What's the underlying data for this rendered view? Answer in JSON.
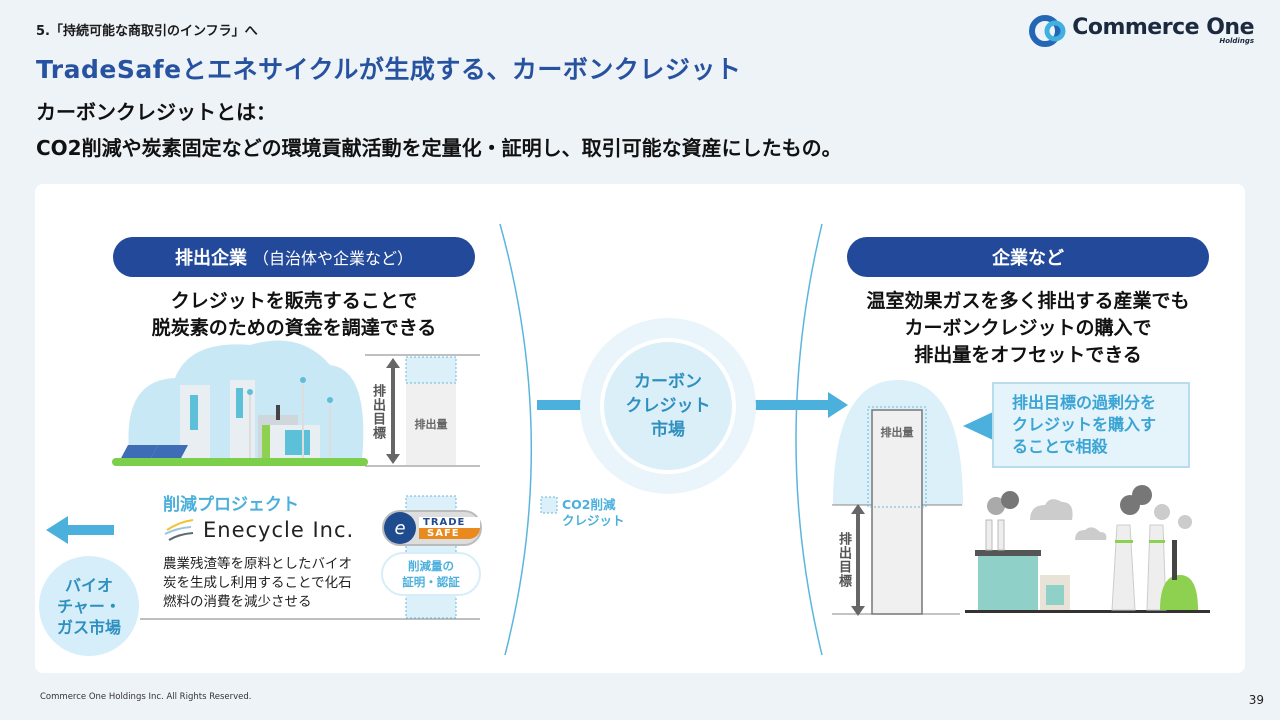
{
  "header": {
    "section_label": "5.「持続可能な商取引のインフラ」へ",
    "title": "TradeSafeとエネサイクルが生成する、カーボンクレジット",
    "subhead": "カーボンクレジットとは：",
    "description": "CO2削減や炭素固定などの環境貢献活動を定量化・証明し、取引可能な資産にしたもの。"
  },
  "logo": {
    "name": "Commerce One",
    "sub": "Holdings",
    "colors": {
      "dark_ring": "#2366b5",
      "light_ring": "#3fb1e0",
      "text": "#1b2a3e"
    }
  },
  "left": {
    "pill_main": "排出企業",
    "pill_paren": "（自治体や企業など）",
    "catch_lines": [
      "クレジットを販売することで",
      "脱炭素のための資金を調達できる"
    ],
    "target_label": "排出目標",
    "emission_label": "排出量",
    "project_title": "削減プロジェクト",
    "company": "Enecycle Inc.",
    "project_desc": [
      "農業残渣等を原料としたバイオ",
      "炭を生成し利用することで化石",
      "燃料の消費を減少させる"
    ],
    "tradesafe": {
      "line1": "TRADE",
      "line2": "SAFE"
    },
    "cert_lines": [
      "削減量の",
      "証明・認証"
    ],
    "bio_market": [
      "バイオ",
      "チャー・",
      "ガス市場"
    ]
  },
  "center": {
    "market_lines": [
      "カーボン",
      "クレジット",
      "市場"
    ],
    "legend_lines": [
      "CO2削減",
      "クレジット"
    ]
  },
  "right": {
    "pill": "企業など",
    "catch_lines": [
      "温室効果ガスを多く排出する産業でも",
      "カーボンクレジットの購入で",
      "排出量をオフセットできる"
    ],
    "emission_label": "排出量",
    "target_label": "排出目標",
    "callout_lines": [
      "排出目標の過剰分を",
      "クレジットを購入す",
      "ることで相殺"
    ]
  },
  "colors": {
    "brand_blue": "#23499a",
    "title_blue": "#2652a0",
    "accent_cyan": "#4bb0dc",
    "light_cyan": "#dbeff9"
  },
  "footer": {
    "copyright": "Commerce One Holdings Inc. All Rights Reserved.",
    "page_number": "39"
  }
}
